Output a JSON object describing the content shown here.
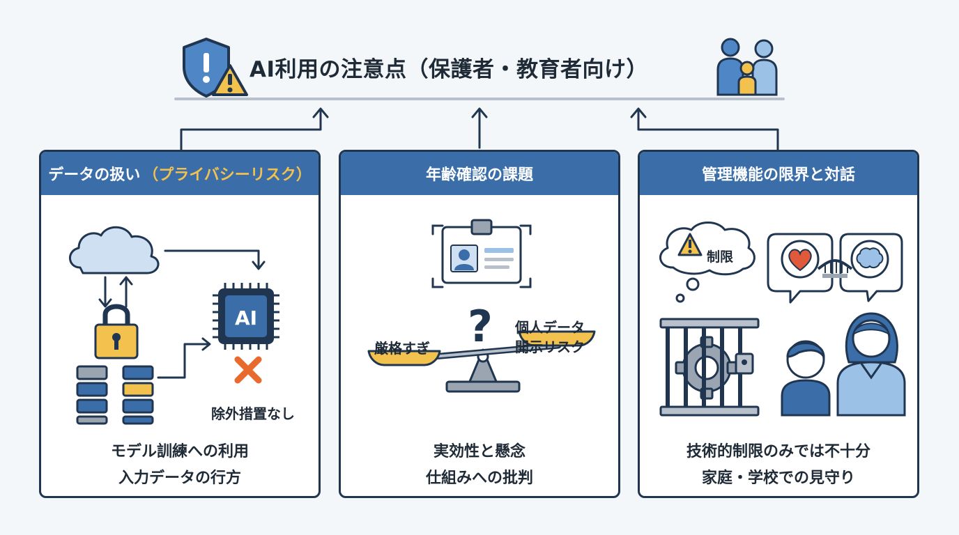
{
  "title": "AI利用の注意点（保護者・教育者向け）",
  "panels": [
    {
      "header": "データの扱い",
      "header_accent": "（プライバシーリスク）",
      "art_labels": {
        "chip": "AI",
        "no_exclusion": "除外措置なし"
      },
      "caption": [
        "モデル訓練への利用",
        "入力データの行方"
      ]
    },
    {
      "header": "年齢確認の課題",
      "art_labels": {
        "left_pan": "厳格すぎ",
        "right_pan_line1": "個人データ",
        "right_pan_line2": "開示リスク",
        "question": "?"
      },
      "caption": [
        "実効性と懸念",
        "仕組みへの批判"
      ]
    },
    {
      "header": "管理機能の限界と対話",
      "art_labels": {
        "restriction": "制限"
      },
      "caption": [
        "技術的制限のみでは不十分",
        "家庭・学校での見守り"
      ]
    }
  ],
  "icons": [
    "shield-warning-icon",
    "family-icon",
    "cloud-icon",
    "lock-icon",
    "server-icon",
    "ai-chip-icon",
    "cross-icon",
    "id-card-icon",
    "scale-icon",
    "warning-thought-icon",
    "heart-icon",
    "brain-icon",
    "cage-gear-icon",
    "child-icon",
    "adult-icon"
  ],
  "colors": {
    "header_blue": "#3b6ea9",
    "navy": "#1f3550",
    "accent_yellow": "#f2c14e",
    "warning_orange": "#e86a2c",
    "heart_red": "#e0593b"
  }
}
